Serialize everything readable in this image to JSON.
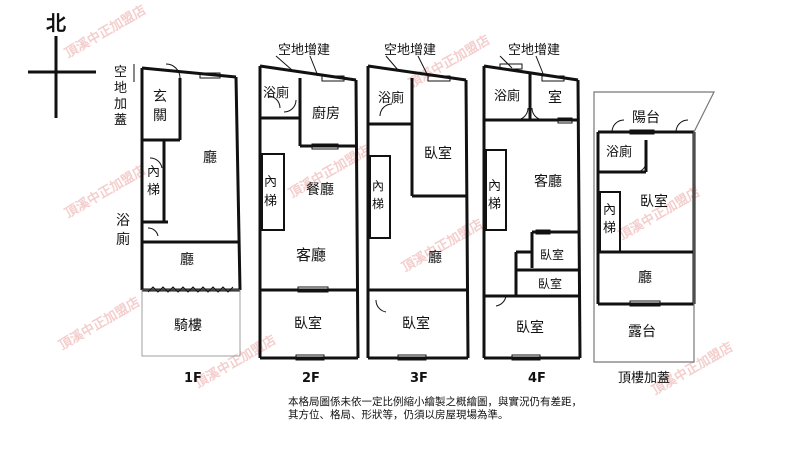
{
  "compass": {
    "north": "北"
  },
  "floors": {
    "f1": {
      "name": "1F",
      "side_label_top": [
        "空",
        "地",
        "加",
        "蓋"
      ],
      "side_label_bottom": [
        "浴",
        "廁"
      ],
      "rooms": {
        "entrance": [
          "玄",
          "關"
        ],
        "stairs": [
          "內",
          "梯"
        ],
        "hall_top": "廳",
        "hall_bottom": "廳",
        "arcade": "騎樓"
      }
    },
    "f2": {
      "name": "2F",
      "annex": "空地增建",
      "rooms": {
        "bath": "浴廁",
        "kitchen": "廚房",
        "stairs": [
          "內",
          "梯"
        ],
        "dining": "餐廳",
        "living": "客廳",
        "bedroom": "臥室"
      }
    },
    "f3": {
      "name": "3F",
      "annex": "空地增建",
      "rooms": {
        "bath": "浴廁",
        "bedroom_top": "臥室",
        "stairs": [
          "內",
          "梯"
        ],
        "hall": "廳",
        "bedroom_bottom": "臥室"
      }
    },
    "f4": {
      "name": "4F",
      "annex": "空地增建",
      "rooms": {
        "bath": "浴廁",
        "room": "室",
        "stairs": [
          "內",
          "梯"
        ],
        "living": "客廳",
        "bedroom_small1": "臥室",
        "bedroom_small2": "臥室",
        "bedroom_bottom": "臥室"
      }
    },
    "roof": {
      "name": "頂樓加蓋",
      "rooms": {
        "balcony": "陽台",
        "bath": "浴廁",
        "stairs": [
          "內",
          "梯"
        ],
        "bedroom": "臥室",
        "hall": "廳",
        "terrace": "露台"
      }
    }
  },
  "watermark": "頂溪中正加盟店",
  "disclaimer": "本格局圖係未依一定比例縮小繪製之概繪圖，與實況仍有差距，其方位、格局、形狀等，仍須以房屋現場為準。",
  "colors": {
    "wall": "#111111",
    "watermark": "#d9534f"
  }
}
